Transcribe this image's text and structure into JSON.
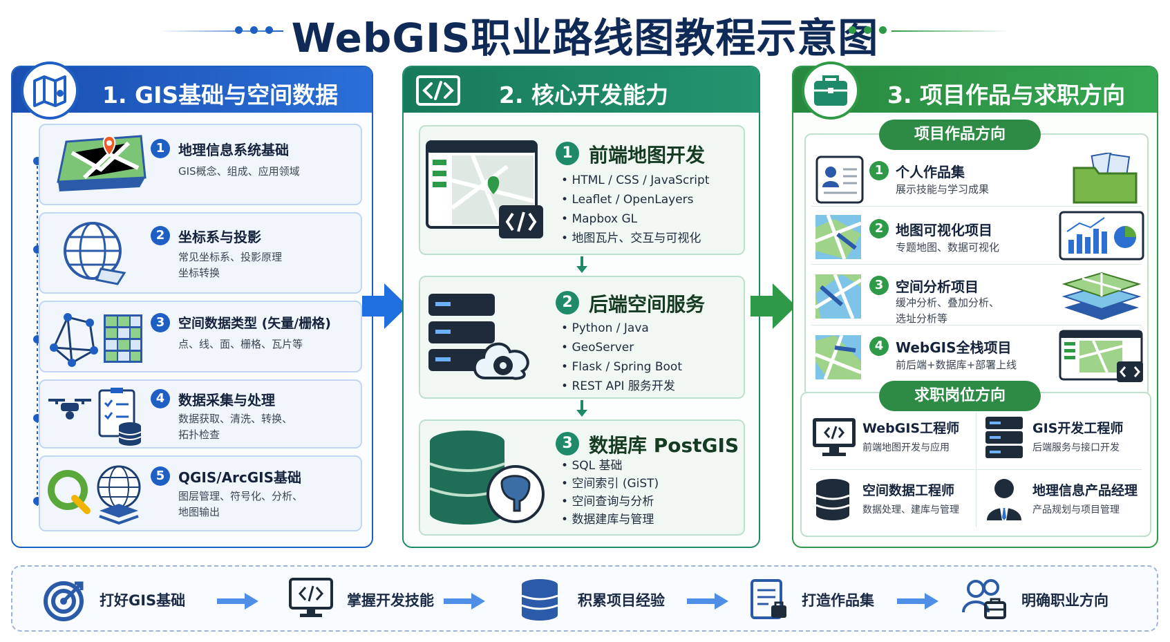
{
  "title": "WebGIS职业路线图教程示意图",
  "colors": {
    "blue": "#1f5fc4",
    "teal": "#1e8a6a",
    "green": "#2e9a48",
    "navy": "#0f2a56"
  },
  "col1": {
    "header": "1. GIS基础与空间数据",
    "icon": "map-icon",
    "items": [
      {
        "n": "1",
        "title": "地理信息系统基础",
        "sub": "GIS概念、组成、应用领域",
        "icon": "map-pin-icon"
      },
      {
        "n": "2",
        "title": "坐标系与投影",
        "sub": "常见坐标系、投影原理\n坐标转换",
        "icon": "globe-icon"
      },
      {
        "n": "3",
        "title": "空间数据类型 (矢量/栅格)",
        "sub": "点、线、面、栅格、瓦片等",
        "icon": "vector-raster-icon"
      },
      {
        "n": "4",
        "title": "数据采集与处理",
        "sub": "数据获取、清洗、转换、\n拓扑检查",
        "icon": "drone-clipboard-icon"
      },
      {
        "n": "5",
        "title": "QGIS/ArcGIS基础",
        "sub": "图层管理、符号化、分析、\n地图输出",
        "icon": "qgis-globe-icon"
      }
    ]
  },
  "col2": {
    "header": "2. 核心开发能力",
    "icon": "code-icon",
    "items": [
      {
        "n": "1",
        "title": "前端地图开发",
        "bullets": [
          "HTML / CSS / JavaScript",
          "Leaflet / OpenLayers",
          "Mapbox GL",
          "地图瓦片、交互与可视化"
        ],
        "icon": "web-map-icon"
      },
      {
        "n": "2",
        "title": "后端空间服务",
        "bullets": [
          "Python / Java",
          "GeoServer",
          "Flask / Spring Boot",
          "REST API 服务开发"
        ],
        "icon": "server-cloud-icon"
      },
      {
        "n": "3",
        "title": "数据库 PostGIS",
        "bullets": [
          "SQL 基础",
          "空间索引 (GiST)",
          "空间查询与分析",
          "数据建库与管理"
        ],
        "icon": "database-postgres-icon"
      }
    ]
  },
  "col3": {
    "header": "3. 项目作品与求职方向",
    "icon": "briefcase-icon",
    "projects_label": "项目作品方向",
    "projects": [
      {
        "n": "1",
        "title": "个人作品集",
        "sub": "展示技能与学习成果",
        "icon": "profile-card-icon",
        "right_icon": "folder-icon"
      },
      {
        "n": "2",
        "title": "地图可视化项目",
        "sub": "专题地图、数据可视化",
        "icon": "map-tile-icon",
        "right_icon": "dashboard-icon"
      },
      {
        "n": "3",
        "title": "空间分析项目",
        "sub": "缓冲分析、叠加分析、\n选址分析等",
        "icon": "map-tile-icon",
        "right_icon": "layers-icon"
      },
      {
        "n": "4",
        "title": "WebGIS全栈项目",
        "sub": "前后端+数据库+部署上线",
        "icon": "map-tile-icon",
        "right_icon": "web-code-icon"
      }
    ],
    "jobs_label": "求职岗位方向",
    "jobs": [
      {
        "title": "WebGIS工程师",
        "sub": "前端地图开发与应用",
        "icon": "monitor-code-icon"
      },
      {
        "title": "GIS开发工程师",
        "sub": "后端服务与接口开发",
        "icon": "server-icon"
      },
      {
        "title": "空间数据工程师",
        "sub": "数据处理、建库与管理",
        "icon": "database-icon"
      },
      {
        "title": "地理信息产品经理",
        "sub": "产品规划与项目管理",
        "icon": "manager-icon"
      }
    ]
  },
  "bottom": [
    {
      "label": "打好GIS基础",
      "icon": "target-icon"
    },
    {
      "label": "掌握开发技能",
      "icon": "monitor-code-icon"
    },
    {
      "label": "积累项目经验",
      "icon": "database-icon"
    },
    {
      "label": "打造作品集",
      "icon": "document-icon"
    },
    {
      "label": "明确职业方向",
      "icon": "people-icon"
    }
  ]
}
